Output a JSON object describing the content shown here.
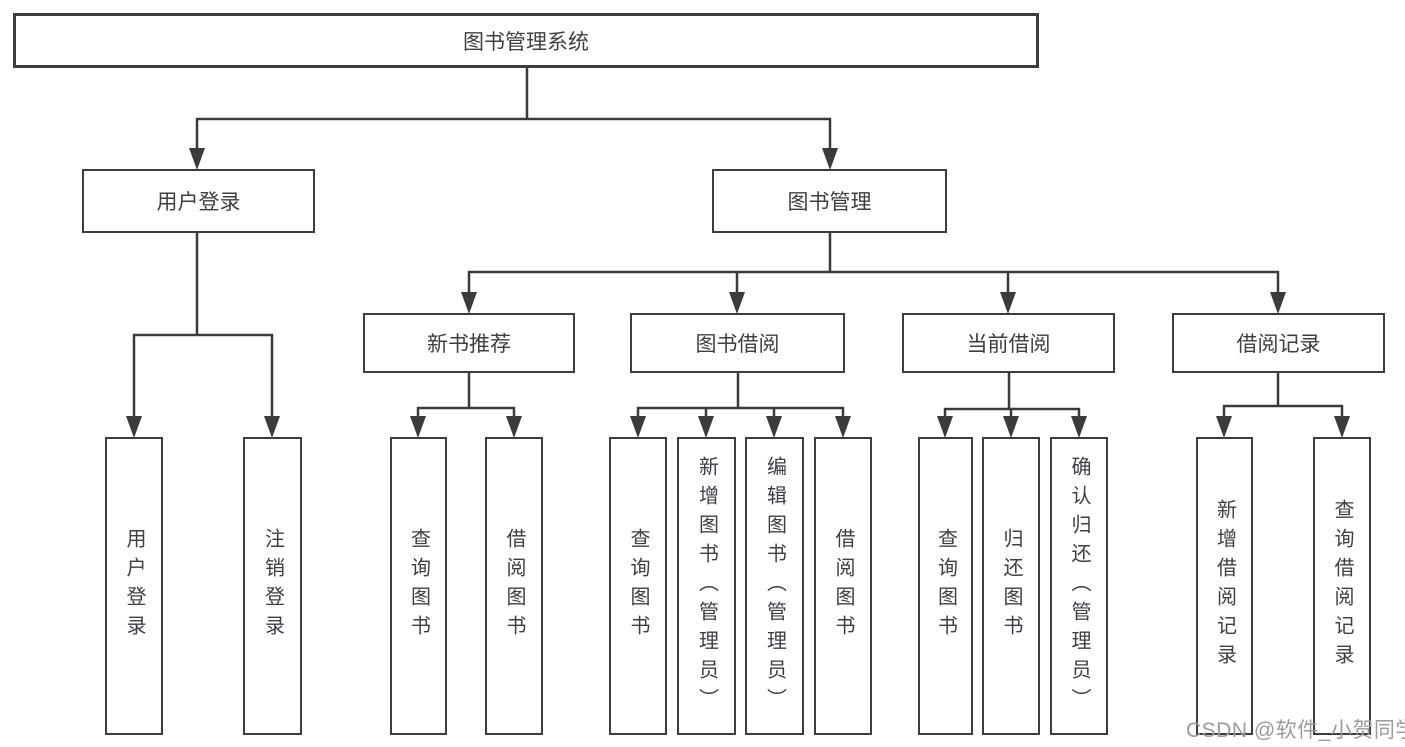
{
  "colors": {
    "background": "#ffffff",
    "line": "#3b3b3b",
    "box_border": "#3d3d3d",
    "text": "#3c4046",
    "watermark": "#9b9ba1"
  },
  "tree": {
    "root": {
      "label": "图书管理系统",
      "children": [
        {
          "label": "用户登录",
          "children": [
            {
              "label": "用户登录"
            },
            {
              "label": "注销登录"
            }
          ]
        },
        {
          "label": "图书管理",
          "children": [
            {
              "label": "新书推荐",
              "children": [
                {
                  "label": "查询图书"
                },
                {
                  "label": "借阅图书"
                }
              ]
            },
            {
              "label": "图书借阅",
              "children": [
                {
                  "label": "查询图书"
                },
                {
                  "label": "新增图书（管理员）"
                },
                {
                  "label": "编辑图书（管理员）"
                },
                {
                  "label": "借阅图书"
                }
              ]
            },
            {
              "label": "当前借阅",
              "children": [
                {
                  "label": "查询图书"
                },
                {
                  "label": "归还图书"
                },
                {
                  "label": "确认归还（管理员）"
                }
              ]
            },
            {
              "label": "借阅记录",
              "children": [
                {
                  "label": "新增借阅记录"
                },
                {
                  "label": "查询借阅记录"
                }
              ]
            }
          ]
        }
      ]
    }
  },
  "watermark": {
    "text": "CSDN @软件_小贺同学"
  }
}
